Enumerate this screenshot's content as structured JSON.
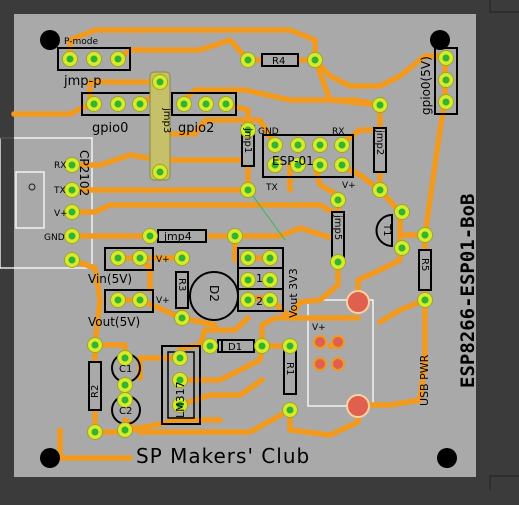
{
  "board": {
    "title": "ESP8266-ESP01-BoB",
    "footer": "SP Makers' Club",
    "colors": {
      "background": "#3b3b3b",
      "board": "#a9a9a9",
      "trace": "#f29a1e",
      "pad": "#d9ea2e",
      "pad_center": "#2fb52f",
      "silkscreen": "#000000",
      "button": "#e06050",
      "outline": "#ffffff"
    }
  },
  "labels": {
    "p_mode": "P-mode",
    "jmp_p": "jmp-p",
    "gpio0": "gpio0",
    "gpio2": "gpio2",
    "gnd": "GND",
    "rx": "RX",
    "tx": "TX",
    "esp01": "ESP-01",
    "vplus": "V+",
    "r4": "R4",
    "jmp1": "jmp1",
    "jmp2": "jmp2",
    "jmp3": "jmp3",
    "jmp4": "jmp4",
    "jmp5": "jmp5",
    "gpio0_5v": "gpio0(5V)",
    "cp2102": "CP2102",
    "cp_rx": "RX",
    "cp_tx": "TX",
    "cp_vplus": "V+",
    "cp_gnd": "GND",
    "vin5v": "Vin(5V)",
    "vout5v": "Vout(5V)",
    "r3": "R3",
    "d2": "D2",
    "vout3v3": "Vout 3V3",
    "sel1": "1",
    "sel2": "2",
    "t1": "T1",
    "r5": "R5",
    "d1": "D1",
    "r1": "R1",
    "r2": "R2",
    "c1": "C1",
    "c2": "C2",
    "lm317": "LM317",
    "usb_pwr": "USB PWR"
  }
}
